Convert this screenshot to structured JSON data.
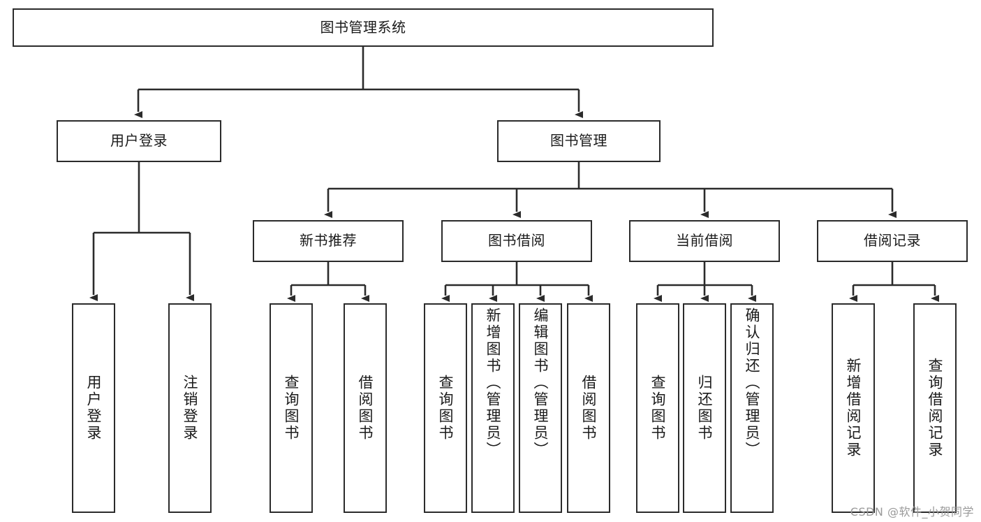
{
  "diagram": {
    "title": "图书管理系统",
    "type": "tree-diagram",
    "watermark": "CSDN @软件_小贺同学",
    "colors": {
      "stroke": "#2b2b2b",
      "fill": "#ffffff",
      "text": "#1a1a1a",
      "watermark": "#9a9a9a"
    },
    "nodes": {
      "root": "图书管理系统",
      "user_login": "用户登录",
      "book_manage": "图书管理",
      "user_login_child_1": "用户登录",
      "user_login_child_2": "注销登录",
      "new_book_rec": "新书推荐",
      "book_borrow": "图书借阅",
      "current_borrow": "当前借阅",
      "borrow_record": "借阅记录",
      "nbr_child_1": "查询图书",
      "nbr_child_2": "借阅图书",
      "bb_child_1": "查询图书",
      "bb_child_2": "新增图书（管理员）",
      "bb_child_3": "编辑图书（管理员）",
      "bb_child_4": "借阅图书",
      "cb_child_1": "查询图书",
      "cb_child_2": "归还图书",
      "cb_child_3": "确认归还（管理员）",
      "br_child_1": "新增借阅记录",
      "br_child_2": "查询借阅记录"
    }
  }
}
